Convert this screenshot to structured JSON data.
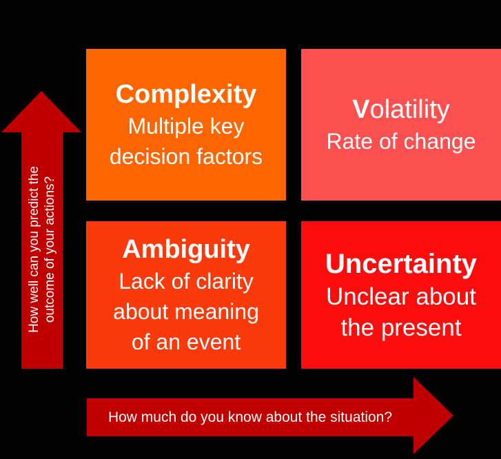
{
  "background": "#000000",
  "text_color": "#FFFFFF",
  "quadrants": {
    "complexity": {
      "title": "Complexity",
      "lines": [
        "Multiple key",
        "decision factors"
      ],
      "color": "#FC6500"
    },
    "volatility": {
      "title_initial": "V",
      "title_rest": "olatility",
      "lines": [
        "Rate of change"
      ],
      "color": "#FC4F4F"
    },
    "ambiguity": {
      "title": "Ambiguity",
      "lines": [
        "Lack of clarity",
        "about meaning",
        "of an event"
      ],
      "color": "#FA3A0B"
    },
    "uncertainty": {
      "title": "Uncertainty",
      "lines": [
        "Unclear about",
        "the present"
      ],
      "color": "#FC0D0D"
    }
  },
  "axes": {
    "color": "#C00000",
    "y_axis": {
      "lines": [
        "How well can you predict the",
        "outcome of your actions?"
      ]
    },
    "x_axis": {
      "label": "How much do you know about the situation?"
    }
  }
}
